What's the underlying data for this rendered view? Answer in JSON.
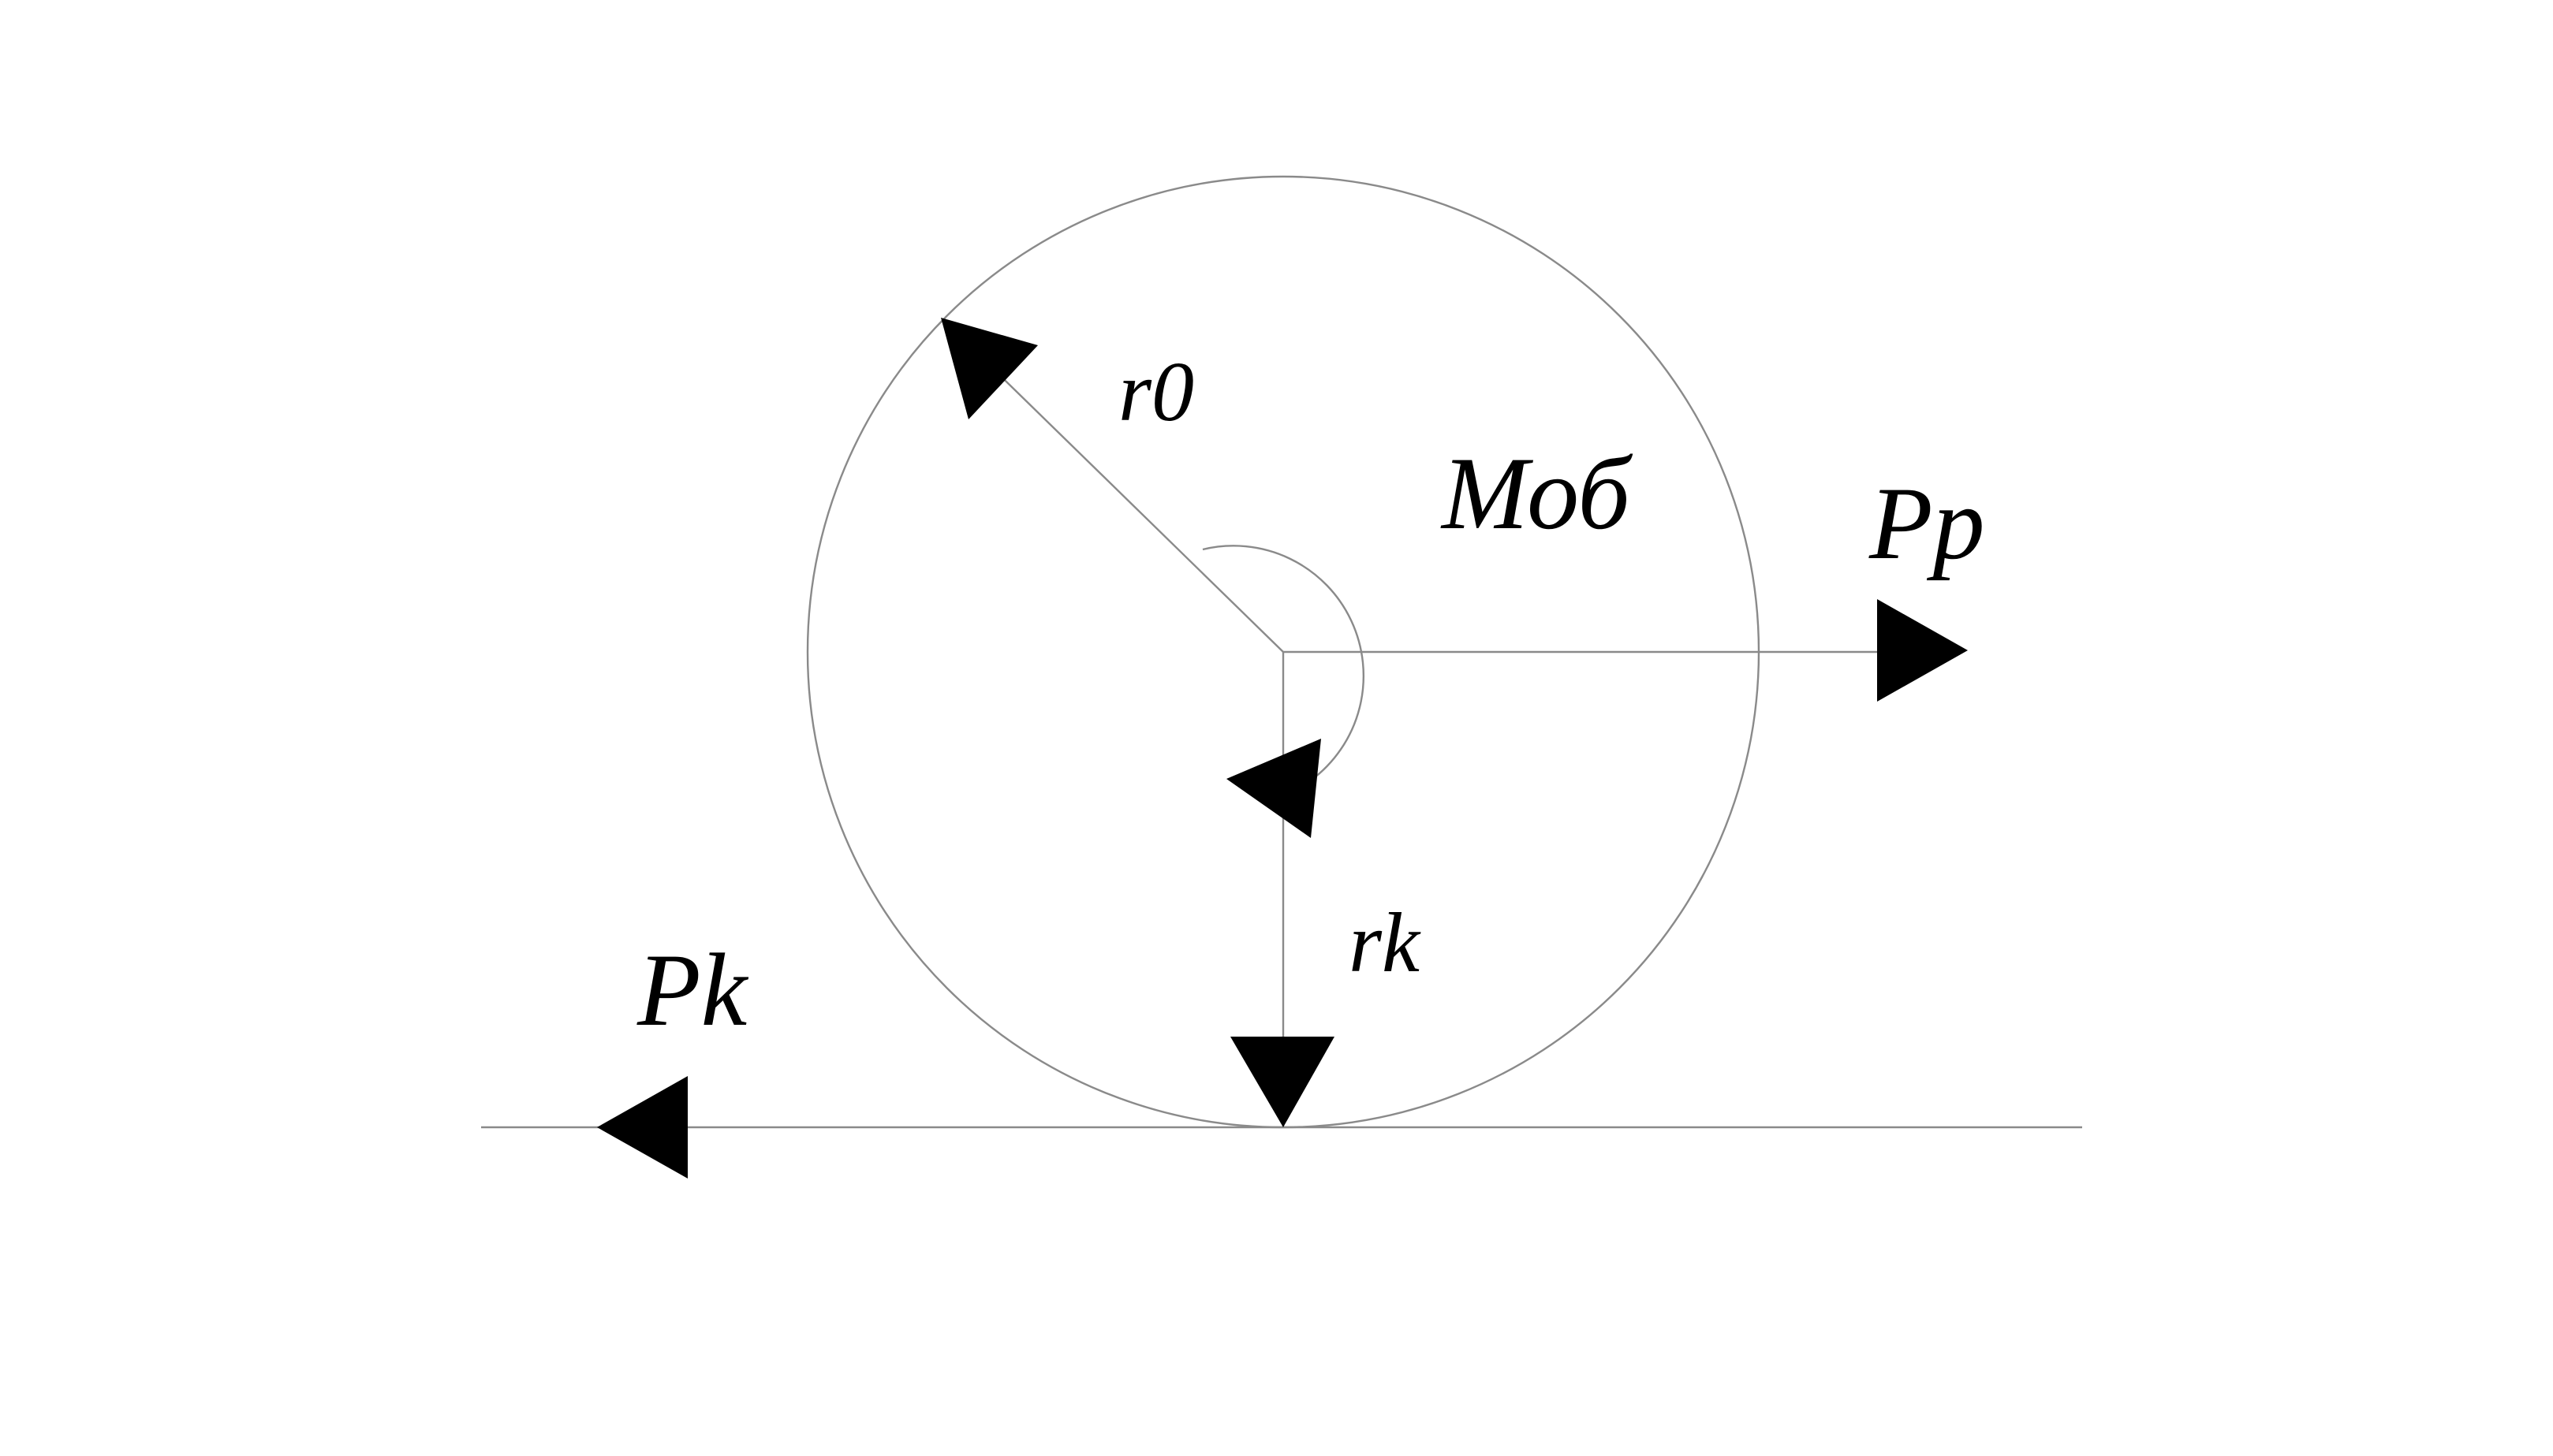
{
  "labels": {
    "initial_radius": "r0",
    "rolling_radius": "rk",
    "moment": "Моб",
    "resistance_force": "Pp",
    "traction_force": "Pk"
  },
  "colors": {
    "line": "#8a8a8a",
    "arrowhead": "#000000",
    "text": "#000000",
    "background": "#ffffff"
  }
}
